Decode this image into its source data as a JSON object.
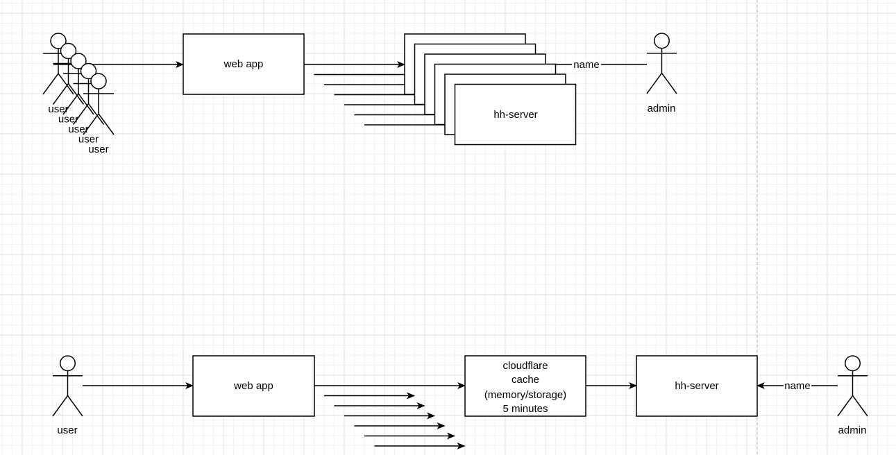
{
  "canvas": {
    "background": "#ffffff",
    "grid_minor_color": "#f1f1f1",
    "grid_major_color": "#e2e2e2",
    "stroke_color": "#000000",
    "divider_color": "#b3b3b3"
  },
  "top_diagram": {
    "users": [
      "user",
      "user",
      "user",
      "user",
      "user"
    ],
    "web_app": "web app",
    "server_stack_count": 6,
    "server": "hh-server",
    "admin": "admin",
    "edge_label": "name"
  },
  "bottom_diagram": {
    "user": "user",
    "web_app": "web app",
    "cache": {
      "lines": [
        "cloudflare",
        "cache",
        "(memory/storage)",
        "5 minutes"
      ]
    },
    "server": "hh-server",
    "admin": "admin",
    "edge_label": "name",
    "parallel_request_arrows": 6
  }
}
